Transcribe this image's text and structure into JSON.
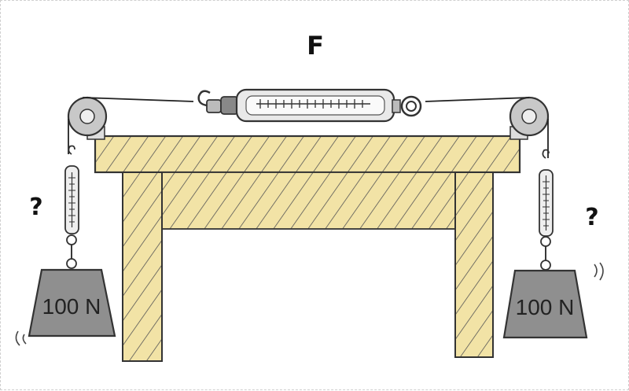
{
  "force_label": "F",
  "left_unknown": "?",
  "right_unknown": "?",
  "left_weight_label": "100 N",
  "right_weight_label": "100 N",
  "colors": {
    "table_fill": "#f2e3a6",
    "weight_fill": "#8f8f8f",
    "outline": "#333333",
    "pulley": "#c8c8c8"
  },
  "icons": [
    "pulley-icon",
    "spring-scale-icon",
    "hook-icon",
    "weight-icon"
  ]
}
